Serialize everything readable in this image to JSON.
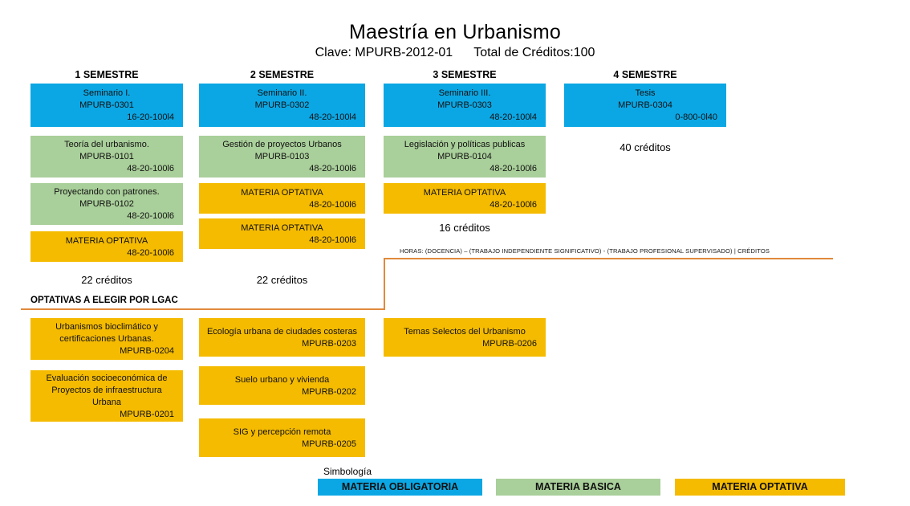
{
  "header": {
    "title": "Maestría en Urbanismo",
    "clave": "Clave: MPURB-2012-01",
    "total_creditos": "Total de Créditos:100"
  },
  "semesters": [
    {
      "heading": "1 SEMESTRE",
      "credits": "22 créditos",
      "courses": [
        {
          "type": "obligatoria",
          "name": "Seminario I.",
          "code": "MPURB-0301",
          "hours": "16-20-100l4"
        },
        {
          "type": "basica",
          "name": "Teoría del urbanismo.",
          "code": "MPURB-0101",
          "hours": "48-20-100l6"
        },
        {
          "type": "basica",
          "name": "Proyectando con patrones.",
          "code": "MPURB-0102",
          "hours": "48-20-100l6"
        },
        {
          "type": "optativa",
          "name": "MATERIA OPTATIVA",
          "code": "",
          "hours": "48-20-100l6"
        }
      ]
    },
    {
      "heading": "2 SEMESTRE",
      "credits": "22 créditos",
      "courses": [
        {
          "type": "obligatoria",
          "name": "Seminario II.",
          "code": "MPURB-0302",
          "hours": "48-20-100l4"
        },
        {
          "type": "basica",
          "name": "Gestión de proyectos Urbanos",
          "code": "MPURB-0103",
          "hours": "48-20-100l6"
        },
        {
          "type": "optativa",
          "name": "MATERIA OPTATIVA",
          "code": "",
          "hours": "48-20-100l6"
        },
        {
          "type": "optativa",
          "name": "MATERIA OPTATIVA",
          "code": "",
          "hours": "48-20-100l6"
        }
      ]
    },
    {
      "heading": "3 SEMESTRE",
      "credits": "16 créditos",
      "courses": [
        {
          "type": "obligatoria",
          "name": "Seminario III.",
          "code": "MPURB-0303",
          "hours": "48-20-100l4"
        },
        {
          "type": "basica",
          "name": "Legislación y políticas publicas",
          "code": "MPURB-0104",
          "hours": "48-20-100l6"
        },
        {
          "type": "optativa",
          "name": "MATERIA OPTATIVA",
          "code": "",
          "hours": "48-20-100l6"
        }
      ]
    },
    {
      "heading": "4 SEMESTRE",
      "credits": "40 créditos",
      "courses": [
        {
          "type": "obligatoria",
          "name": "Tesis",
          "code": "MPURB-0304",
          "hours": "0-800-0l40"
        }
      ]
    }
  ],
  "hours_note": "HORAS: (DOCENCIA) – (TRABAJO INDEPENDIENTE SIGNIFICATIVO) -  (TRABAJO PROFESIONAL SUPERVISADO) | CRÉDITOS",
  "lgac": {
    "label": "OPTATIVAS A ELEGIR POR LGAC",
    "columns": [
      [
        {
          "name": "Urbanismos bioclimático y certificaciones Urbanas.",
          "code": "MPURB-0204"
        },
        {
          "name": "Evaluación socioeconómica de Proyectos de infraestructura Urbana",
          "code": "MPURB-0201"
        }
      ],
      [
        {
          "name": "Ecología urbana de ciudades costeras",
          "code": "MPURB-0203"
        },
        {
          "name": "Suelo urbano y vivienda",
          "code": "MPURB-0202"
        },
        {
          "name": "SIG y percepción remota",
          "code": "MPURB-0205"
        }
      ],
      [
        {
          "name": "Temas Selectos del Urbanismo",
          "code": "MPURB-0206"
        }
      ]
    ]
  },
  "legend": {
    "title": "Simbología",
    "items": [
      {
        "label": "MATERIA OBLIGATORIA",
        "type": "obligatoria"
      },
      {
        "label": "MATERIA BASICA",
        "type": "basica"
      },
      {
        "label": "MATERIA OPTATIVA",
        "type": "optativa"
      }
    ]
  },
  "colors": {
    "obligatoria": "#0BA7E4",
    "basica": "#A9CF9A",
    "optativa": "#F5BB00",
    "connector": "#E08A3C"
  }
}
